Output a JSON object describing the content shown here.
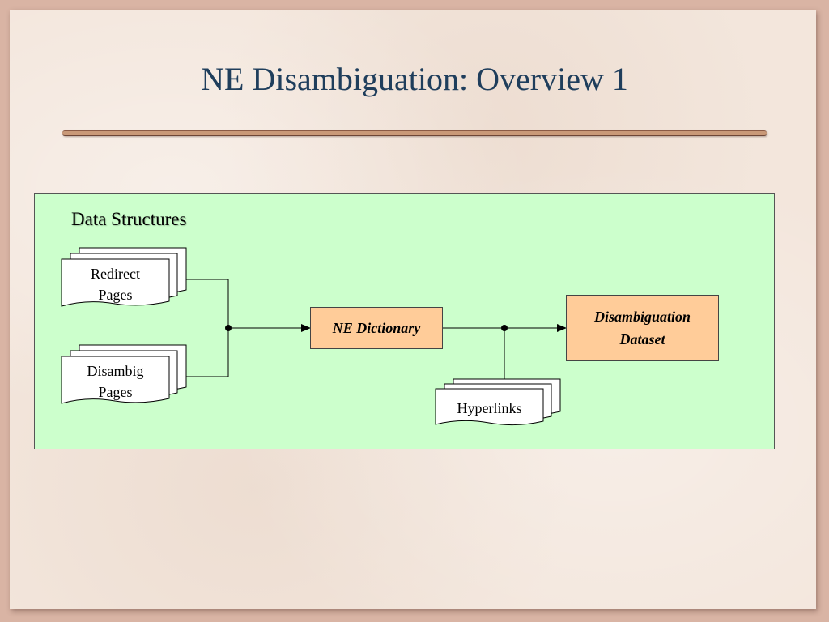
{
  "slide": {
    "title": "NE Disambiguation: Overview 1"
  },
  "diagram": {
    "heading": "Data Structures",
    "documents": {
      "redirect": {
        "line1": "Redirect",
        "line2": "Pages"
      },
      "disambig": {
        "line1": "Disambig",
        "line2": "Pages"
      },
      "hyperlinks": {
        "line1": "Hyperlinks"
      }
    },
    "processes": {
      "ne_dictionary": {
        "label": "NE Dictionary"
      },
      "dataset": {
        "line1": "Disambiguation",
        "line2": "Dataset"
      }
    }
  },
  "colors": {
    "title": "#1f3e5c",
    "panel": "#ccffcc",
    "process_box": "#ffcc99",
    "rule": "#c99978"
  }
}
